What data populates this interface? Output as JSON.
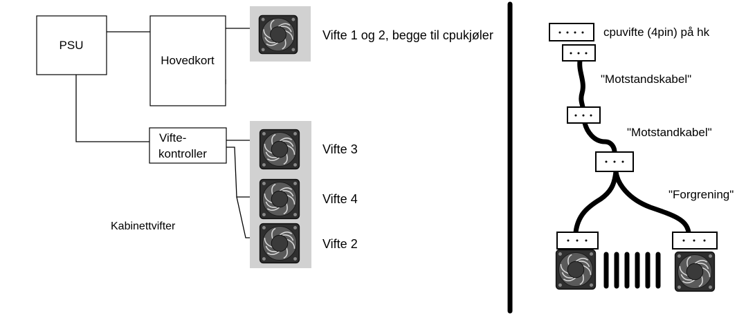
{
  "left_diagram": {
    "psu": "PSU",
    "motherboard": "Hovedkort",
    "fan_controller_line1": "Vifte-",
    "fan_controller_line2": "kontroller",
    "fan_1_2": "Vifte 1 og 2, begge til cpukjøler",
    "fan_3": "Vifte 3",
    "fan_4": "Vifte 4",
    "fan_2": "Vifte 2",
    "case_fans": "Kabinettvifter"
  },
  "right_diagram": {
    "cpu_fan_header": "cpuvifte (4pin) på hk",
    "resistor_cable_1": "\"Motstandskabel\"",
    "resistor_cable_2": "\"Motstandkabel\"",
    "splitter": "\"Forgrening\""
  },
  "colors": {
    "line": "#000000",
    "fan_background": "#d1d1d1",
    "fan_body": "#2f2f2f"
  },
  "icons": [
    "fan-icon",
    "connector-plug-icon",
    "heatsink-icon"
  ]
}
